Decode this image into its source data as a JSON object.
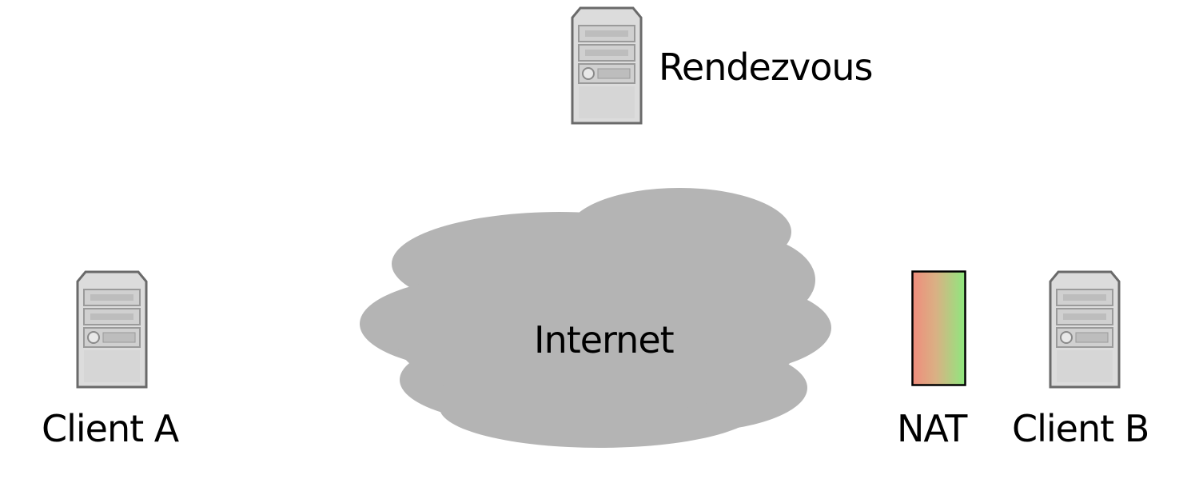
{
  "diagram": {
    "nodes": {
      "rendezvous": {
        "label": "Rendezvous",
        "icon": "server-icon"
      },
      "client_a": {
        "label": "Client A",
        "icon": "server-icon"
      },
      "client_b": {
        "label": "Client B",
        "icon": "server-icon"
      },
      "nat": {
        "label": "NAT",
        "icon": "nat-gradient-box",
        "colors": [
          "#f08c7c",
          "#8ee87e"
        ]
      },
      "internet": {
        "label": "Internet",
        "icon": "cloud-icon",
        "color": "#b4b4b4"
      }
    }
  }
}
